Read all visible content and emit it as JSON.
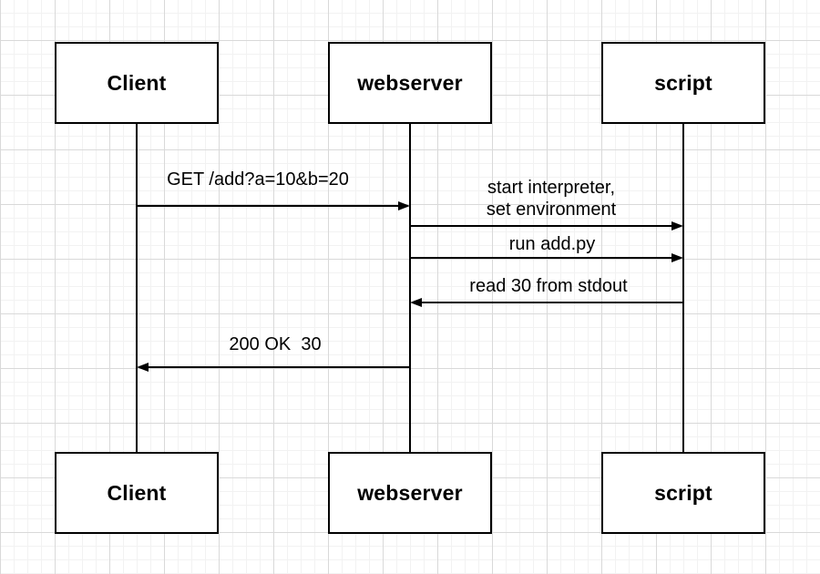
{
  "diagram": {
    "type": "sequence",
    "actors": [
      {
        "id": "client",
        "name": "Client"
      },
      {
        "id": "webserver",
        "name": "webserver"
      },
      {
        "id": "script",
        "name": "script"
      }
    ],
    "messages": [
      {
        "from": "client",
        "to": "webserver",
        "label": "GET /add?a=10&b=20"
      },
      {
        "from": "webserver",
        "to": "script",
        "label": "start interpreter,\nset environment"
      },
      {
        "from": "webserver",
        "to": "script",
        "label": "run add.py"
      },
      {
        "from": "script",
        "to": "webserver",
        "label": "read 30 from stdout"
      },
      {
        "from": "webserver",
        "to": "client",
        "label": "200 OK  30"
      }
    ]
  }
}
